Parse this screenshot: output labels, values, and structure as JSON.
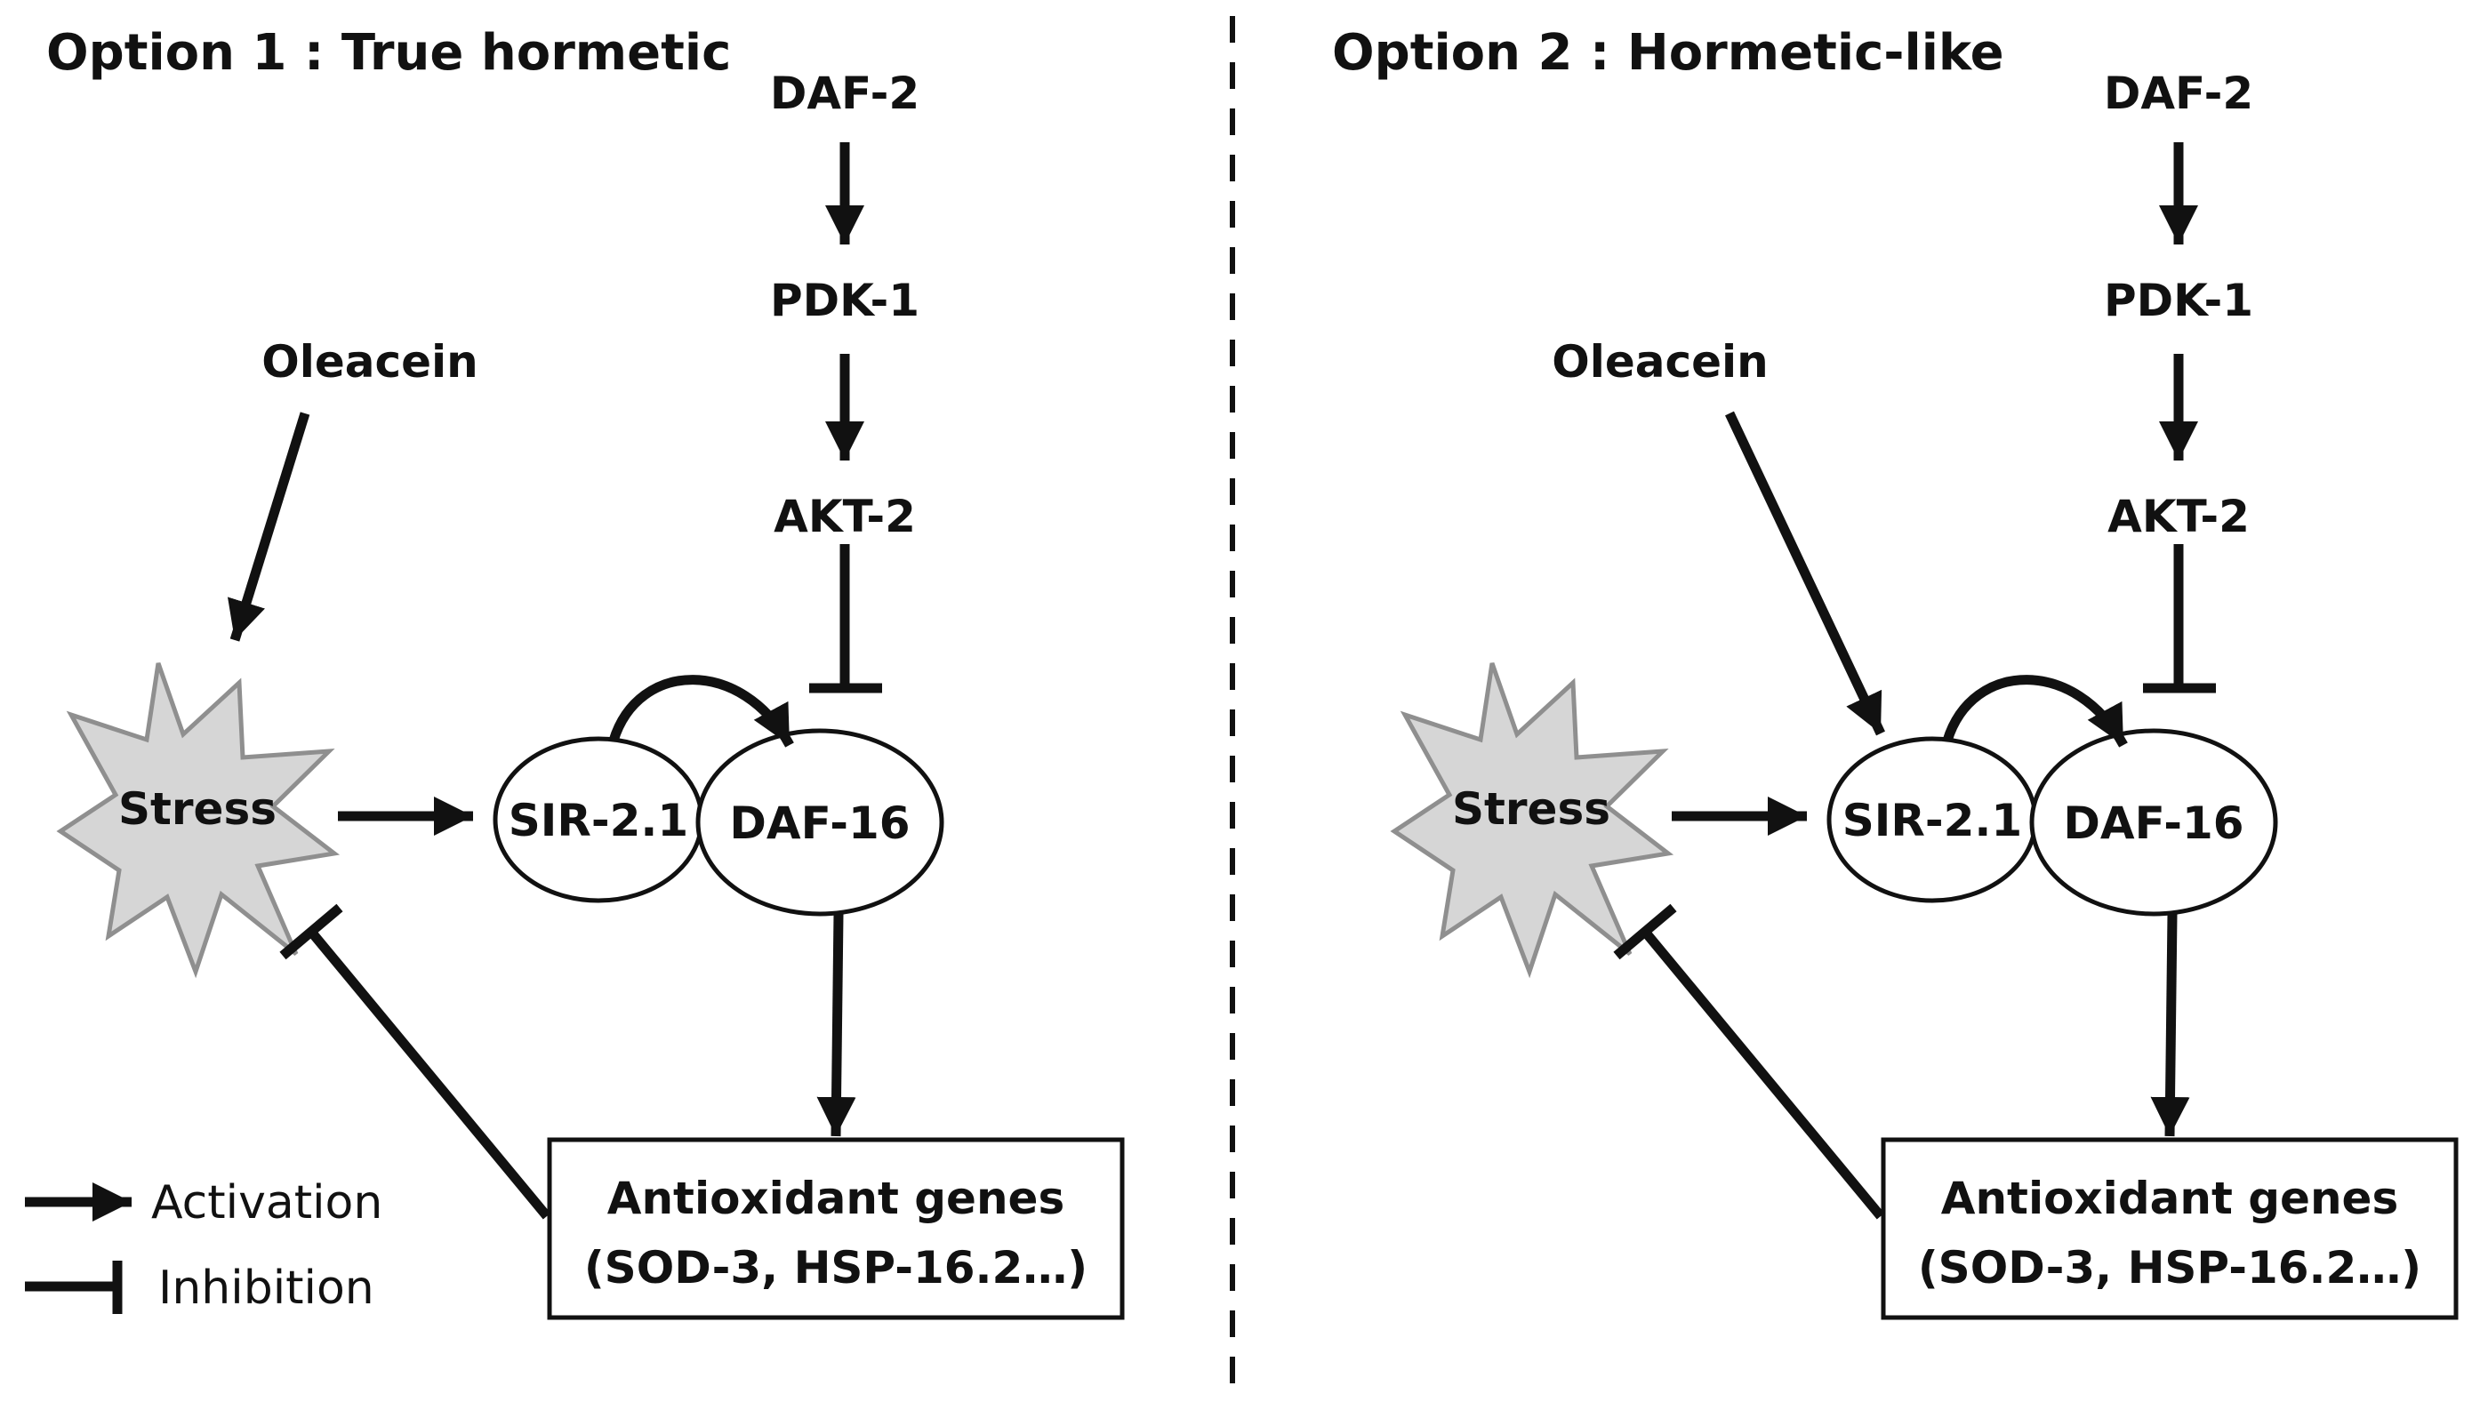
{
  "panels": [
    {
      "title": "Option 1 : True hormetic",
      "nodes": {
        "daf2": "DAF-2",
        "pdk1": "PDK-1",
        "akt2": "AKT-2",
        "oleacein": "Oleacein",
        "stress": "Stress",
        "sir21": "SIR-2.1",
        "daf16": "DAF-16",
        "genes_line1": "Antioxidant genes",
        "genes_line2": "(SOD-3, HSP-16.2…)"
      }
    },
    {
      "title": "Option 2 : Hormetic-like",
      "nodes": {
        "daf2": "DAF-2",
        "pdk1": "PDK-1",
        "akt2": "AKT-2",
        "oleacein": "Oleacein",
        "stress": "Stress",
        "sir21": "SIR-2.1",
        "daf16": "DAF-16",
        "genes_line1": "Antioxidant genes",
        "genes_line2": "(SOD-3, HSP-16.2…)"
      }
    }
  ],
  "legend": {
    "activation": "Activation",
    "inhibition": "Inhibition"
  },
  "colors": {
    "stroke": "#111111",
    "stress_fill": "#d6d6d6",
    "stress_outline": "#8f8f8f"
  }
}
